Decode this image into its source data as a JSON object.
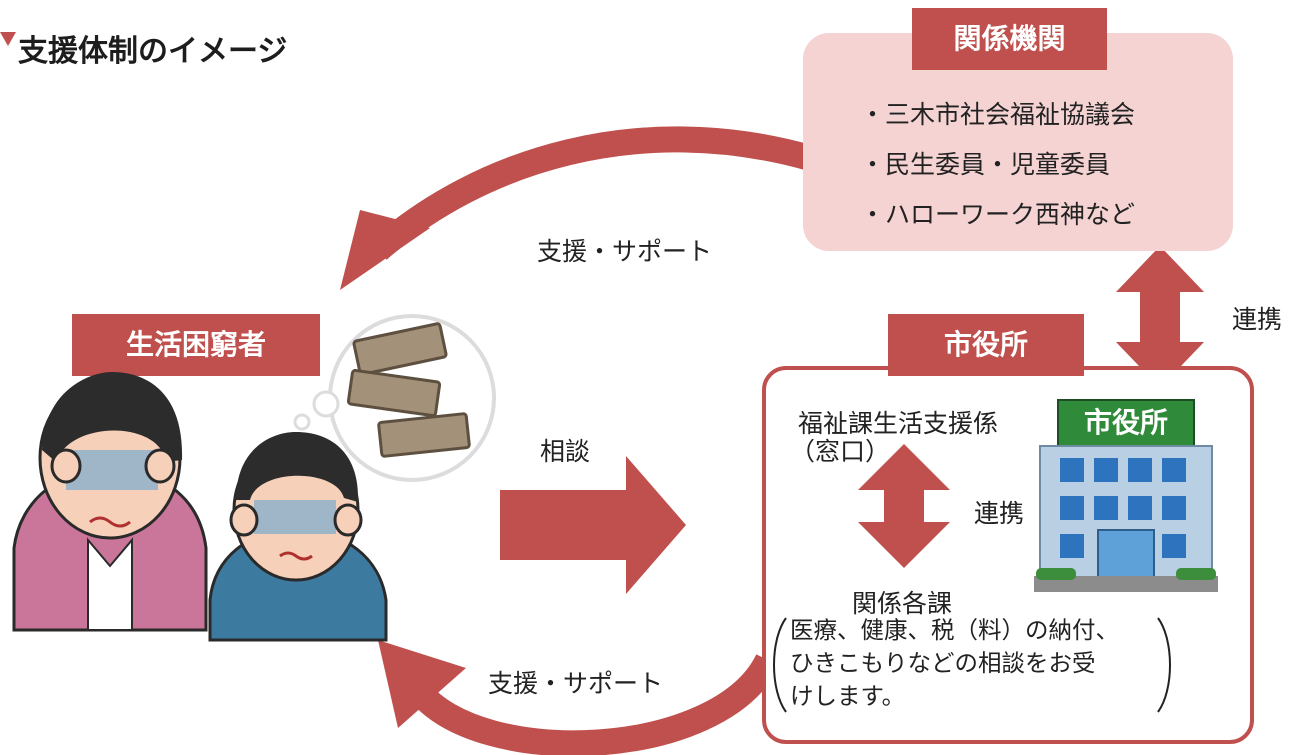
{
  "title": "支援体制のイメージ",
  "agencies": {
    "label": "関係機関",
    "items": [
      "・三木市社会福祉協議会",
      "・民生委員・児童委員",
      "・ハローワーク西神など"
    ]
  },
  "needy": {
    "label": "生活困窮者"
  },
  "city_hall": {
    "label": "市役所",
    "welfare_section_line1": "福祉課生活支援係",
    "welfare_section_line2": "（窓口）",
    "inner_link_label": "連携",
    "related_sections": "関係各課",
    "consult_lines": [
      "医療、健康、税（料）の納付、",
      "ひきこもりなどの相談をお受",
      "けします。"
    ],
    "building_sign": "市役所"
  },
  "arrows": {
    "support_top": "支援・サポート",
    "consult": "相談",
    "support_bottom": "支援・サポート",
    "link_right": "連携"
  },
  "colors": {
    "accent": "#c0504d",
    "agency_bg": "#f4d3d2"
  }
}
